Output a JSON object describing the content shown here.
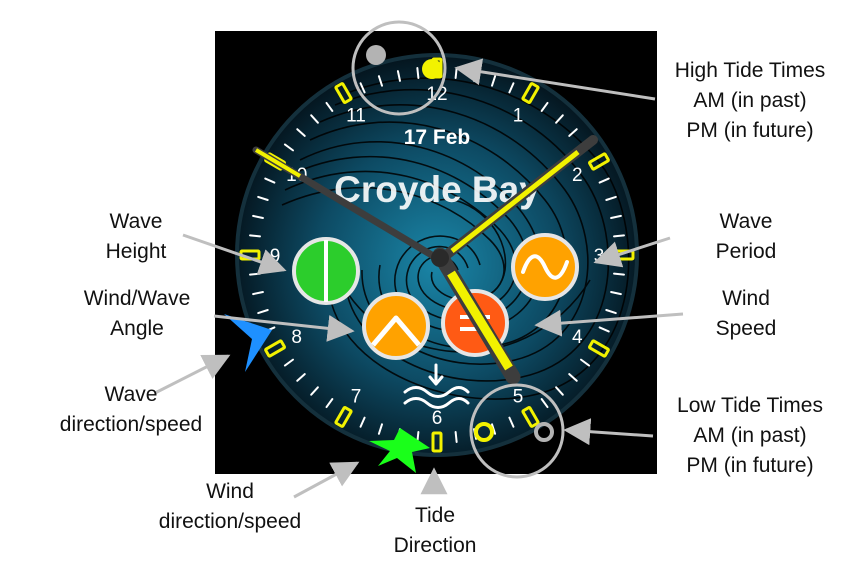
{
  "watch": {
    "date": "17 Feb",
    "location": "Croyde Bay",
    "hour_numerals": [
      "1",
      "2",
      "3",
      "4",
      "5",
      "6",
      "7",
      "8",
      "9",
      "10",
      "11",
      "12"
    ],
    "colors": {
      "tick_marker": "#f2f200",
      "hand": "#f2f200",
      "wave_height_icon": "#22cc22",
      "wave_period_icon": "#ffa200",
      "wind_wave_angle_icon": "#ffa200",
      "wind_speed_icon": "#ff5a14",
      "wave_direction_arrow": "#1e90ff",
      "wind_direction_arrow": "#1aff1a",
      "tide_marker": "#f2f200"
    }
  },
  "annotations": {
    "high_tide": [
      "High Tide Times",
      "AM (in past)",
      "PM (in future)"
    ],
    "wave_height": [
      "Wave",
      "Height"
    ],
    "wave_period": [
      "Wave",
      "Period"
    ],
    "wind_wave_angle": [
      "Wind/Wave",
      "Angle"
    ],
    "wind_speed": [
      "Wind",
      "Speed"
    ],
    "wave_direction": [
      "Wave",
      "direction/speed"
    ],
    "low_tide": [
      "Low Tide Times",
      "AM (in past)",
      "PM (in future)"
    ],
    "wind_direction": [
      "Wind",
      "direction/speed"
    ],
    "tide_direction": [
      "Tide",
      "Direction"
    ]
  }
}
